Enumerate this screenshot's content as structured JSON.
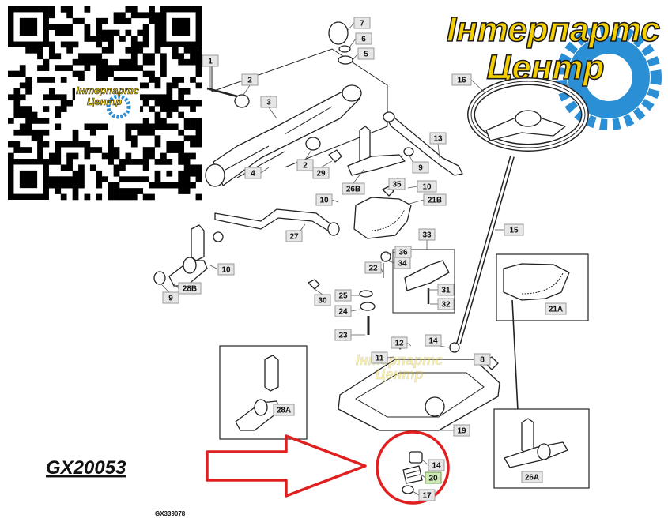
{
  "brand": {
    "line1": "Інтерпартс",
    "line2": "Центр",
    "text_color": "#f5d000",
    "outline_color": "#1a1a1a",
    "gear_color": "#2b8fd6"
  },
  "qr_logo": {
    "line1": "Інтерпартс",
    "line2": "Центр"
  },
  "watermark": {
    "line1": "Інтерпартс",
    "line2": "Центр"
  },
  "part_code": "GX20053",
  "figure_code": "GX339078",
  "highlight": {
    "arrow_color": "#e02020",
    "circle_color": "#e02020",
    "target_label": "20"
  },
  "callouts": [
    {
      "id": "c1",
      "label": "1"
    },
    {
      "id": "c2a",
      "label": "2"
    },
    {
      "id": "c2b",
      "label": "2"
    },
    {
      "id": "c3",
      "label": "3"
    },
    {
      "id": "c4",
      "label": "4"
    },
    {
      "id": "c5",
      "label": "5"
    },
    {
      "id": "c6",
      "label": "6"
    },
    {
      "id": "c7",
      "label": "7"
    },
    {
      "id": "c8",
      "label": "8"
    },
    {
      "id": "c9a",
      "label": "9"
    },
    {
      "id": "c9b",
      "label": "9"
    },
    {
      "id": "c10a",
      "label": "10"
    },
    {
      "id": "c10b",
      "label": "10"
    },
    {
      "id": "c10c",
      "label": "10"
    },
    {
      "id": "c11",
      "label": "11"
    },
    {
      "id": "c12",
      "label": "12"
    },
    {
      "id": "c13",
      "label": "13"
    },
    {
      "id": "c14a",
      "label": "14"
    },
    {
      "id": "c14b",
      "label": "14"
    },
    {
      "id": "c15",
      "label": "15"
    },
    {
      "id": "c16",
      "label": "16"
    },
    {
      "id": "c17",
      "label": "17"
    },
    {
      "id": "c19",
      "label": "19"
    },
    {
      "id": "c20",
      "label": "20"
    },
    {
      "id": "c21a",
      "label": "21A"
    },
    {
      "id": "c21b",
      "label": "21B"
    },
    {
      "id": "c22",
      "label": "22"
    },
    {
      "id": "c23",
      "label": "23"
    },
    {
      "id": "c24",
      "label": "24"
    },
    {
      "id": "c25",
      "label": "25"
    },
    {
      "id": "c26a",
      "label": "26A"
    },
    {
      "id": "c26b",
      "label": "26B"
    },
    {
      "id": "c27",
      "label": "27"
    },
    {
      "id": "c28a",
      "label": "28A"
    },
    {
      "id": "c28b",
      "label": "28B"
    },
    {
      "id": "c29",
      "label": "29"
    },
    {
      "id": "c30",
      "label": "30"
    },
    {
      "id": "c31",
      "label": "31"
    },
    {
      "id": "c32",
      "label": "32"
    },
    {
      "id": "c33",
      "label": "33"
    },
    {
      "id": "c34",
      "label": "34"
    },
    {
      "id": "c35",
      "label": "35"
    },
    {
      "id": "c36",
      "label": "36"
    }
  ]
}
